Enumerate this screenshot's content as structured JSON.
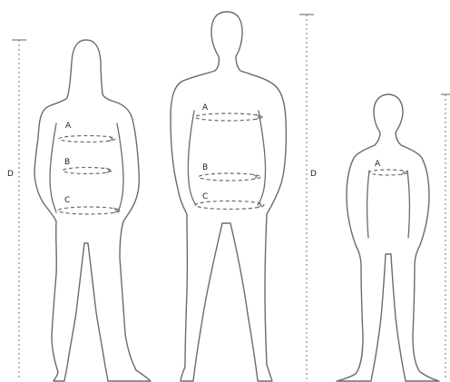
{
  "labels": {
    "chest": "A",
    "waist": "B",
    "hips": "C",
    "height": "D"
  },
  "colors": {
    "stroke": "#6b6b6b",
    "text": "#222222",
    "background": "#ffffff"
  }
}
